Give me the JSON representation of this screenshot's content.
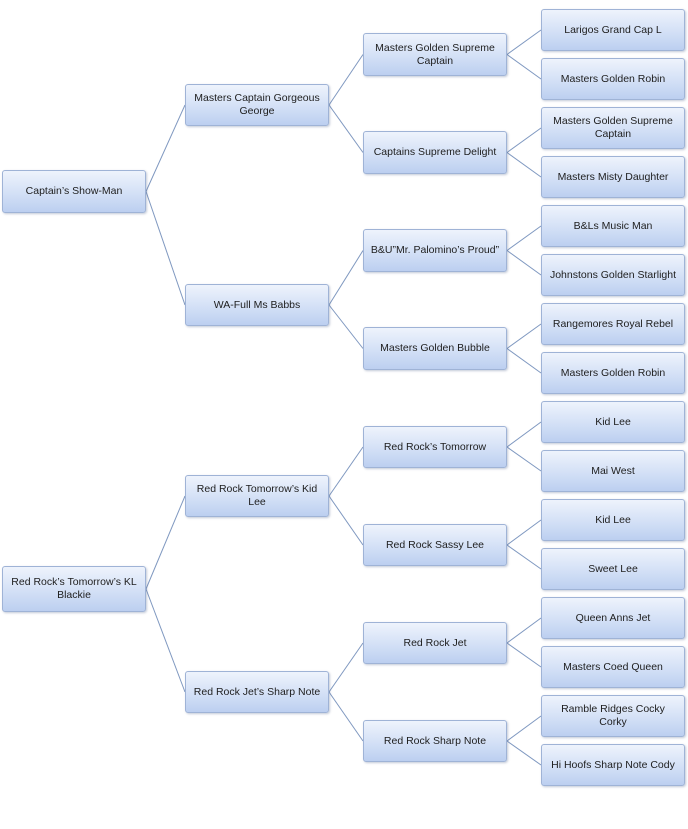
{
  "pedigree": {
    "horse_1": {
      "name": "Captain’s Show-Man",
      "sire": {
        "name": "Masters Captain Gorgeous George",
        "sire": {
          "name": "Masters Golden Supreme Captain",
          "sire": "Larigos Grand Cap L",
          "dam": "Masters Golden Robin"
        },
        "dam": {
          "name": "Captains Supreme Delight",
          "sire": "Masters Golden Supreme Captain",
          "dam": "Masters Misty Daughter"
        }
      },
      "dam": {
        "name": "WA-Full Ms Babbs",
        "sire": {
          "name": "B&U”Mr. Palomino’s Proud”",
          "sire": "B&Ls Music Man",
          "dam": "Johnstons Golden Starlight"
        },
        "dam": {
          "name": "Masters Golden Bubble",
          "sire": "Rangemores Royal Rebel",
          "dam": "Masters Golden Robin"
        }
      }
    },
    "horse_2": {
      "name": "Red Rock’s Tomorrow’s KL Blackie",
      "sire": {
        "name": "Red Rock Tomorrow’s Kid Lee",
        "sire": {
          "name": "Red Rock’s Tomorrow",
          "sire": "Kid Lee",
          "dam": "Mai West"
        },
        "dam": {
          "name": "Red Rock Sassy Lee",
          "sire": "Kid Lee",
          "dam": "Sweet Lee"
        }
      },
      "dam": {
        "name": "Red Rock Jet’s Sharp Note",
        "sire": {
          "name": "Red Rock Jet",
          "sire": "Queen Anns Jet",
          "dam": "Masters Coed Queen"
        },
        "dam": {
          "name": "Red Rock Sharp Note",
          "sire": "Ramble Ridges Cocky Corky",
          "dam": "Hi Hoofs Sharp Note Cody"
        }
      }
    }
  },
  "colors": {
    "box_top": "#eef3fc",
    "box_bottom": "#bccff0",
    "box_border": "#9fb3d6",
    "connector": "#7f98c0",
    "text": "#1e1e1e"
  }
}
